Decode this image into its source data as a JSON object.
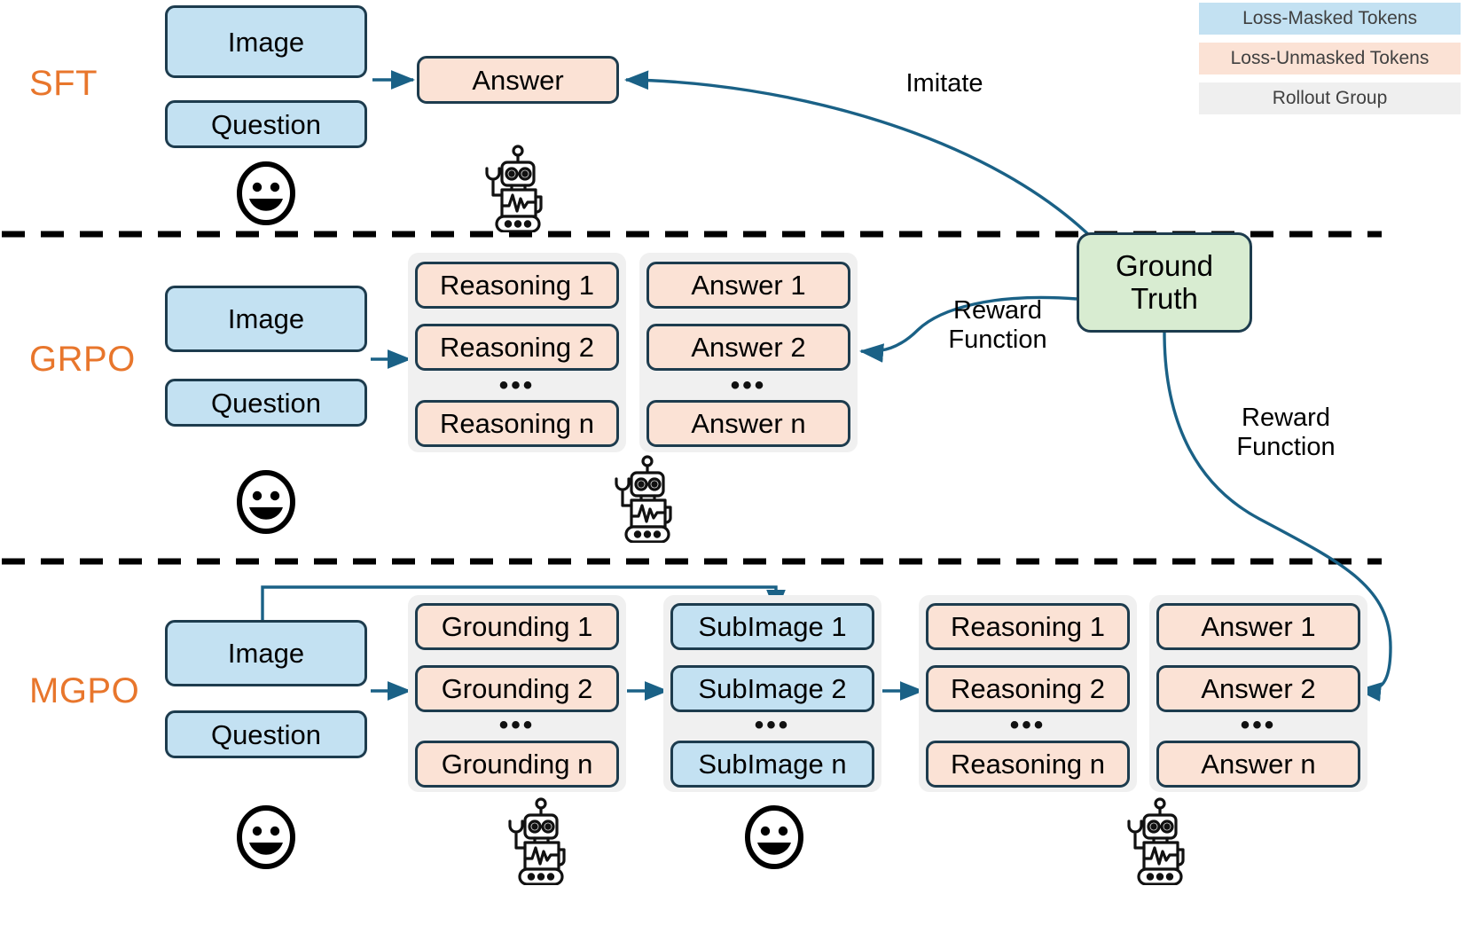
{
  "legend": {
    "items": [
      {
        "label": "Loss-Masked Tokens",
        "color": "#c3e1f2",
        "name": "loss-masked-tokens"
      },
      {
        "label": "Loss-Unmasked Tokens",
        "color": "#fbe2d5",
        "name": "loss-unmasked-tokens"
      },
      {
        "label": "Rollout Group",
        "color": "#efefef",
        "name": "rollout-group"
      }
    ]
  },
  "colors": {
    "accent_orange": "#e8762c",
    "masked_blue": "#c3e1f2",
    "unmasked_peach": "#fbe2d5",
    "rollout_grey": "#efefef",
    "ground_truth_green": "#d8ecd1",
    "border_navy": "#1d3c4e",
    "arrow_teal": "#1a6186"
  },
  "ground_truth": {
    "line1": "Ground",
    "line2": "Truth"
  },
  "curves": {
    "imitate": "Imitate",
    "reward_grpo": "Reward\nFunction",
    "reward_mgpo": "Reward\nFunction"
  },
  "rows": [
    {
      "label": "SFT",
      "inputs": [
        "Image",
        "Question"
      ],
      "outputs": [
        "Answer"
      ]
    },
    {
      "label": "GRPO",
      "inputs": [
        "Image",
        "Question"
      ],
      "groups": [
        {
          "name": "reasoning",
          "items": [
            "Reasoning 1",
            "Reasoning 2",
            "Reasoning n"
          ],
          "ellipsis": "•••"
        },
        {
          "name": "answer",
          "items": [
            "Answer 1",
            "Answer 2",
            "Answer n"
          ],
          "ellipsis": "•••"
        }
      ]
    },
    {
      "label": "MGPO",
      "inputs": [
        "Image",
        "Question"
      ],
      "groups": [
        {
          "name": "grounding",
          "items": [
            "Grounding 1",
            "Grounding 2",
            "Grounding n"
          ],
          "ellipsis": "•••"
        },
        {
          "name": "subimage",
          "items": [
            "SubImage 1",
            "SubImage 2",
            "SubImage n"
          ],
          "ellipsis": "•••"
        },
        {
          "name": "reasoning",
          "items": [
            "Reasoning 1",
            "Reasoning 2",
            "Reasoning n"
          ],
          "ellipsis": "•••"
        },
        {
          "name": "answer",
          "items": [
            "Answer 1",
            "Answer 2",
            "Answer n"
          ],
          "ellipsis": "•••"
        }
      ]
    }
  ],
  "icons": {
    "human": "smiley-face-icon",
    "agent": "robot-icon"
  }
}
